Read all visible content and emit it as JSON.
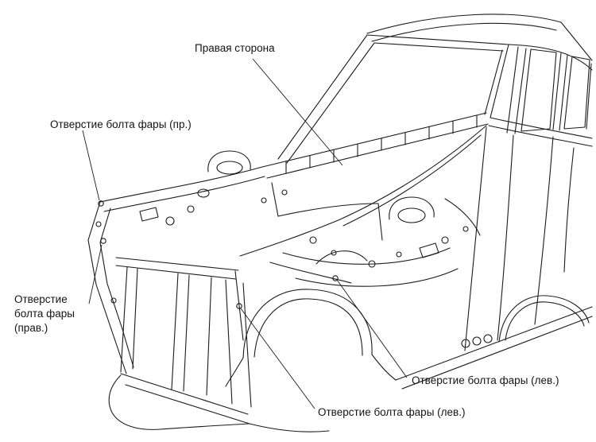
{
  "diagram": {
    "labels": {
      "right_side": "Правая сторона",
      "bolt_hole_right_abbrev": "Отверстие болта фары (пр.)",
      "bolt_hole_right_full": "Отверстие болта фары (прав.)",
      "bolt_hole_left_upper": "Отверстие болта фары (лев.)",
      "bolt_hole_left_lower": "Отверстие болта фары (лев.)"
    },
    "colors": {
      "ink": "#1b1b1b",
      "background": "#ffffff"
    }
  }
}
